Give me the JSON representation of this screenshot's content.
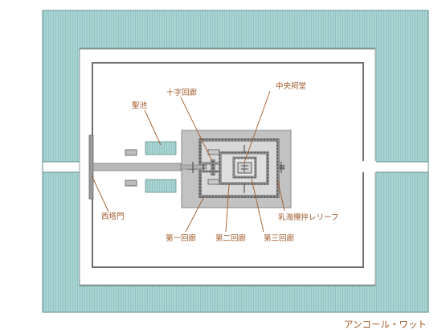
{
  "labels": {
    "holy_pond": "聖池",
    "cruciform_gallery": "十字回廊",
    "central_sanctuary": "中央祠堂",
    "west_gate": "西塔門",
    "first_gallery": "第一回廊",
    "second_gallery": "第二回廊",
    "third_gallery": "第三回廊",
    "churning_relief": "乳海攪拌レリーフ"
  },
  "caption": "アンコール・ワット",
  "colors": {
    "moat_fill": "#a8d4d2",
    "moat_stripe": "#7fb5b3",
    "moat_border": "#5c8f8d",
    "wall": "#6e6e6e",
    "platform_fill": "#c2c2c2",
    "pond_fill": "#a8d4d2",
    "label": "#a05a28"
  }
}
